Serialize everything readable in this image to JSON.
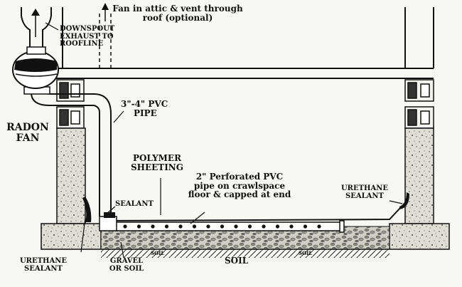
{
  "labels": {
    "fan_attic": "Fan in attic & vent through",
    "fan_attic_2": "roof (optional)",
    "downspout": [
      "DOWNSPOUT",
      "EXHAUST TO",
      "ROOFLINE"
    ],
    "radon_fan": [
      "RADON",
      "FAN"
    ],
    "pvc_pipe": [
      "3\"-4\" PVC",
      "PIPE"
    ],
    "polymer": [
      "POLYMER",
      "SHEETING"
    ],
    "perforated": [
      "2\" Perforated PVC",
      "pipe on crawlspace",
      "floor & capped at end"
    ],
    "urethane_right": [
      "URETHANE",
      "SEALANT"
    ],
    "sealant": "SEALANT",
    "urethane_left": [
      "URETHANE",
      "SEALANT"
    ],
    "gravel": [
      "GRAVEL",
      "OR SOIL"
    ],
    "soil_small_1": "SOIL",
    "soil_big": "SOIL",
    "soil_small_2": "SOIL"
  },
  "colors": {
    "line": "#111111",
    "concrete": "#d9d9d2",
    "background": "#f7f7f4"
  }
}
